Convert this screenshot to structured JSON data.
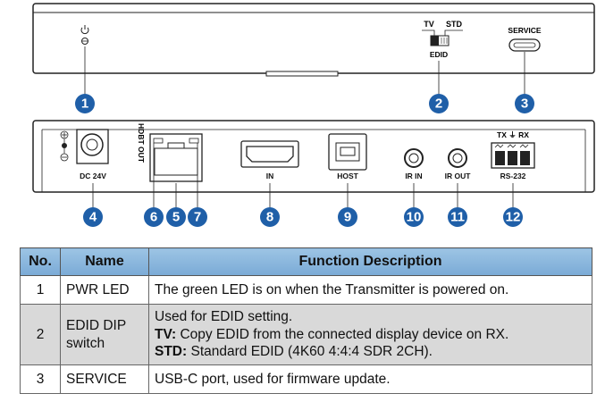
{
  "front_panel": {
    "tv_label": "TV",
    "std_label": "STD",
    "edid_label": "EDID",
    "service_label": "SERVICE"
  },
  "back_panel": {
    "dc_label": "DC 24V",
    "hdbt_label": "HDBT OUT",
    "in_label": "IN",
    "host_label": "HOST",
    "ir_in_label": "IR IN",
    "ir_out_label": "IR OUT",
    "rs232_label": "RS-232",
    "rs232_pins_label": "TX ⏚ RX"
  },
  "callouts": [
    "1",
    "2",
    "3",
    "4",
    "5",
    "6",
    "7",
    "8",
    "9",
    "10",
    "11",
    "12"
  ],
  "colors": {
    "callout": "#1f5fa8",
    "header": "#8db8de",
    "shade": "#d9d9d9"
  },
  "table": {
    "headers": [
      "No.",
      "Name",
      "Function Description"
    ],
    "rows": [
      {
        "no": "1",
        "name": "PWR LED",
        "desc": "The green LED is on when the Transmitter is powered on."
      },
      {
        "no": "2",
        "name": "EDID DIP switch",
        "desc": "Used for EDID setting.",
        "tv_term": "TV:",
        "tv_desc": "Copy EDID from the connected display device on RX.",
        "std_term": "STD:",
        "std_desc": "Standard EDID (4K60 4:4:4 SDR 2CH)."
      },
      {
        "no": "3",
        "name": "SERVICE",
        "desc": "USB-C port, used for firmware update."
      }
    ]
  }
}
